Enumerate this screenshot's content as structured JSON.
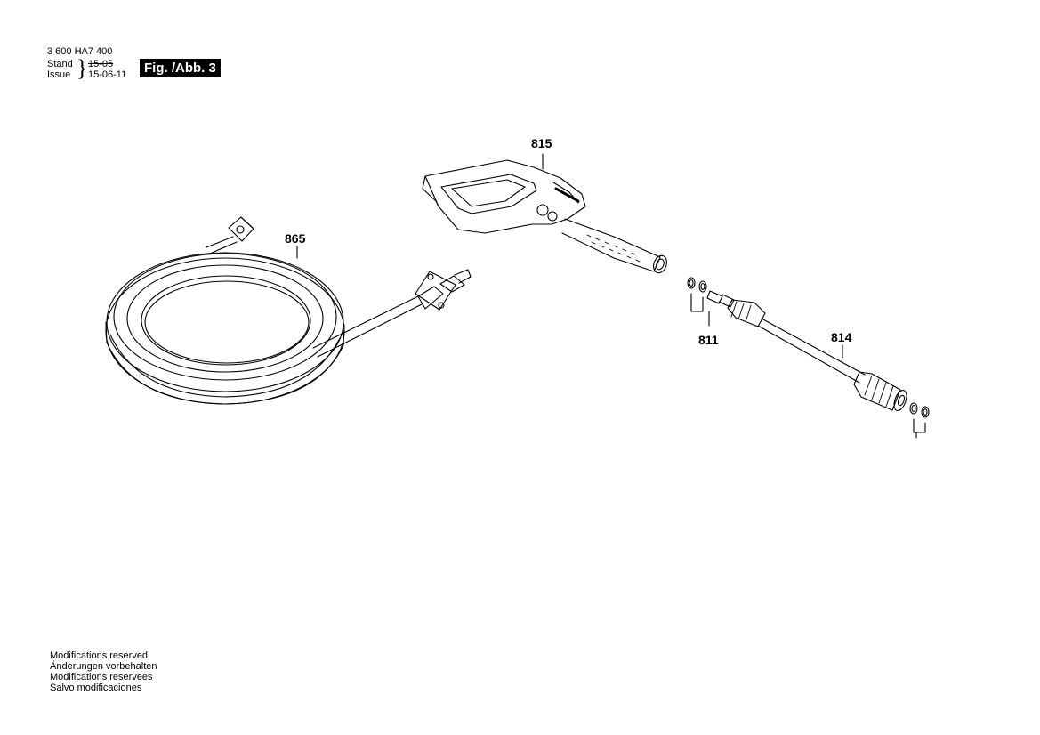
{
  "header": {
    "doc_number": "3 600 HA7 400",
    "stand_label": "Stand",
    "issue_label": "Issue",
    "stand_value": "15-05",
    "issue_value": "15-06-11",
    "fig_label": "Fig. /Abb. 3"
  },
  "callouts": {
    "hose": "865",
    "trigger_gun": "815",
    "o_rings": "811",
    "lance": "814"
  },
  "footer": {
    "lines": [
      "Modifications reserved",
      "Änderungen vorbehalten",
      "Modifications reservees",
      "Salvo modificaciones"
    ]
  }
}
